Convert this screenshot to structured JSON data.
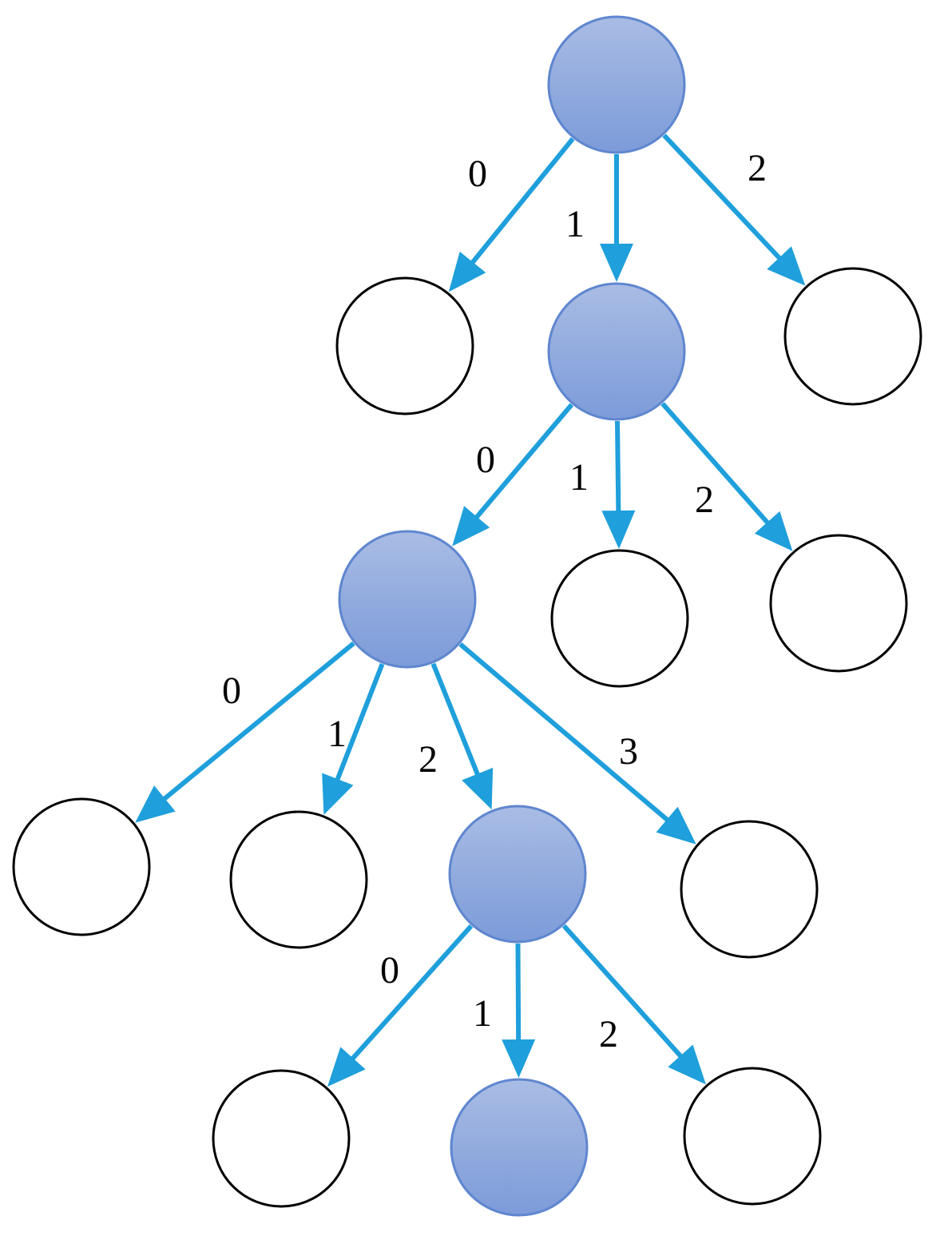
{
  "colors": {
    "edge": "#1f9fdb",
    "active_node_top": "#a9bce4",
    "active_node_bottom": "#7c9bd9",
    "active_node_stroke": "#5f86cf",
    "empty_node_stroke": "#000000",
    "empty_node_fill": "#ffffff"
  },
  "nodes": [
    {
      "id": "root",
      "active": true
    },
    {
      "id": "n1-0",
      "active": false
    },
    {
      "id": "n1-1",
      "active": true
    },
    {
      "id": "n1-2",
      "active": false
    },
    {
      "id": "n2-0",
      "active": true
    },
    {
      "id": "n2-1",
      "active": false
    },
    {
      "id": "n2-2",
      "active": false
    },
    {
      "id": "n3-0",
      "active": false
    },
    {
      "id": "n3-1",
      "active": false
    },
    {
      "id": "n3-2",
      "active": true
    },
    {
      "id": "n3-3",
      "active": false
    },
    {
      "id": "n4-0",
      "active": false
    },
    {
      "id": "n4-1",
      "active": true
    },
    {
      "id": "n4-2",
      "active": false
    }
  ],
  "edges": [
    {
      "from": "root",
      "to": "n1-0",
      "label": "0"
    },
    {
      "from": "root",
      "to": "n1-1",
      "label": "1"
    },
    {
      "from": "root",
      "to": "n1-2",
      "label": "2"
    },
    {
      "from": "n1-1",
      "to": "n2-0",
      "label": "0"
    },
    {
      "from": "n1-1",
      "to": "n2-1",
      "label": "1"
    },
    {
      "from": "n1-1",
      "to": "n2-2",
      "label": "2"
    },
    {
      "from": "n2-0",
      "to": "n3-0",
      "label": "0"
    },
    {
      "from": "n2-0",
      "to": "n3-1",
      "label": "1"
    },
    {
      "from": "n2-0",
      "to": "n3-2",
      "label": "2"
    },
    {
      "from": "n2-0",
      "to": "n3-3",
      "label": "3"
    },
    {
      "from": "n3-2",
      "to": "n4-0",
      "label": "0"
    },
    {
      "from": "n3-2",
      "to": "n4-1",
      "label": "1"
    },
    {
      "from": "n3-2",
      "to": "n4-2",
      "label": "2"
    }
  ]
}
